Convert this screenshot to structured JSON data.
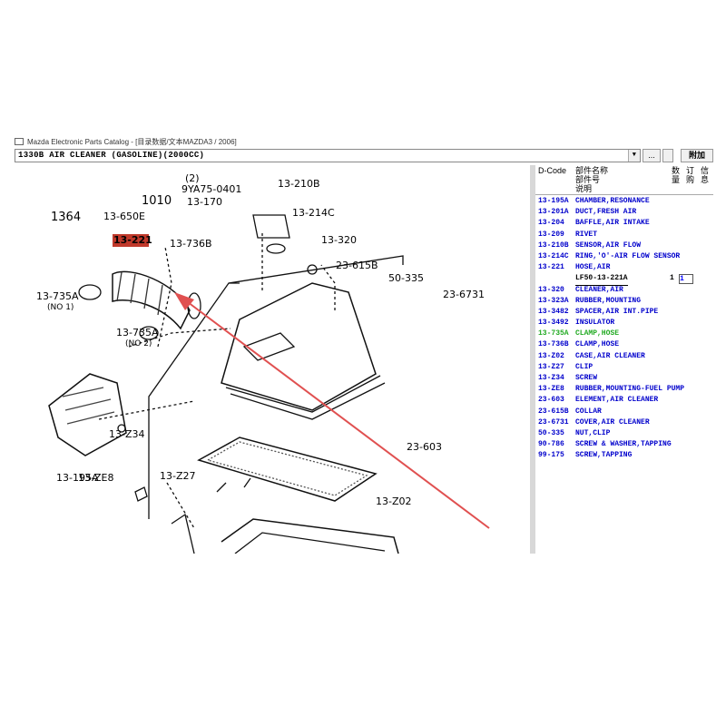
{
  "window": {
    "title": "Mazda Electronic Parts Catalog - [目录数据/文本MAZDA3 / 2006]"
  },
  "toolbar": {
    "selector_value": "1330B  AIR CLEANER (GASOLINE)(2000CC)",
    "button_dots": "...",
    "button_right": "附加"
  },
  "grid": {
    "headers": {
      "dcode": "D-Code",
      "name": "部件名称\n部件号\n说明",
      "qty": "数\n量",
      "order": "订\n购",
      "info": "信\n息"
    },
    "rows": [
      {
        "code": "13-195A",
        "desc": "CHAMBER,RESONANCE",
        "style": "normal"
      },
      {
        "code": "13-201A",
        "desc": "DUCT,FRESH AIR",
        "style": "normal"
      },
      {
        "code": "13-204",
        "desc": "BAFFLE,AIR INTAKE",
        "style": "normal"
      },
      {
        "code": "13-209",
        "desc": "RIVET",
        "style": "normal"
      },
      {
        "code": "13-210B",
        "desc": "SENSOR,AIR FLOW",
        "style": "normal"
      },
      {
        "code": "13-214C",
        "desc": "RING,'O'-AIR FLOW SENSOR",
        "style": "normal"
      },
      {
        "code": "13-221",
        "desc": "HOSE,AIR",
        "style": "normal"
      },
      {
        "code": "",
        "desc": "LF50-13-221A",
        "style": "selected",
        "qty": "1",
        "order": "1"
      },
      {
        "code": "13-320",
        "desc": "CLEANER,AIR",
        "style": "normal"
      },
      {
        "code": "13-323A",
        "desc": "RUBBER,MOUNTING",
        "style": "normal"
      },
      {
        "code": "13-3482",
        "desc": "SPACER,AIR INT.PIPE",
        "style": "normal"
      },
      {
        "code": "13-3492",
        "desc": "INSULATOR",
        "style": "normal"
      },
      {
        "code": "13-735A",
        "desc": "CLAMP,HOSE",
        "style": "green"
      },
      {
        "code": "13-736B",
        "desc": "CLAMP,HOSE",
        "style": "normal"
      },
      {
        "code": "13-Z02",
        "desc": "CASE,AIR CLEANER",
        "style": "normal"
      },
      {
        "code": "13-Z27",
        "desc": "CLIP",
        "style": "normal"
      },
      {
        "code": "13-Z34",
        "desc": "SCREW",
        "style": "normal"
      },
      {
        "code": "13-ZE8",
        "desc": "RUBBER,MOUNTING-FUEL PUMP",
        "style": "normal"
      },
      {
        "code": "23-603",
        "desc": "ELEMENT,AIR CLEANER",
        "style": "normal"
      },
      {
        "code": "23-615B",
        "desc": "COLLAR",
        "style": "normal"
      },
      {
        "code": "23-6731",
        "desc": "COVER,AIR CLEANER",
        "style": "normal"
      },
      {
        "code": "50-335",
        "desc": "NUT,CLIP",
        "style": "normal"
      },
      {
        "code": "90-786",
        "desc": "SCREW & WASHER,TAPPING",
        "style": "normal"
      },
      {
        "code": "99-175",
        "desc": "SCREW,TAPPING",
        "style": "normal"
      }
    ]
  },
  "diagram": {
    "labels": {
      "l_9ya75": "9YA75-0401",
      "l_2": "(2)",
      "l_13_210b": "13-210B",
      "l_13_214c": "13-214C",
      "l_1010": "1010",
      "l_13_170": "13-170",
      "l_1364": "1364",
      "l_13_650e": "13-650E",
      "l_13_221": "13-221",
      "l_13_736b": "13-736B",
      "l_13_320": "13-320",
      "l_23_615b": "23-615B",
      "l_50_335": "50-335",
      "l_23_6731": "23-6731",
      "l_13_735a_1": "13-735A",
      "l_no1": "(NO 1)",
      "l_13_735a_2": "13-735A",
      "l_no2": "(NO 2)",
      "l_13_195a": "13-195A",
      "l_13_z34": "13-Z34",
      "l_23_603": "23-603",
      "l_13_ze8": "13-ZE8",
      "l_13_z27": "13-Z27",
      "l_13_z02": "13-Z02"
    },
    "highlight_color": "#c0392b",
    "arrow_color": "#e05050"
  }
}
